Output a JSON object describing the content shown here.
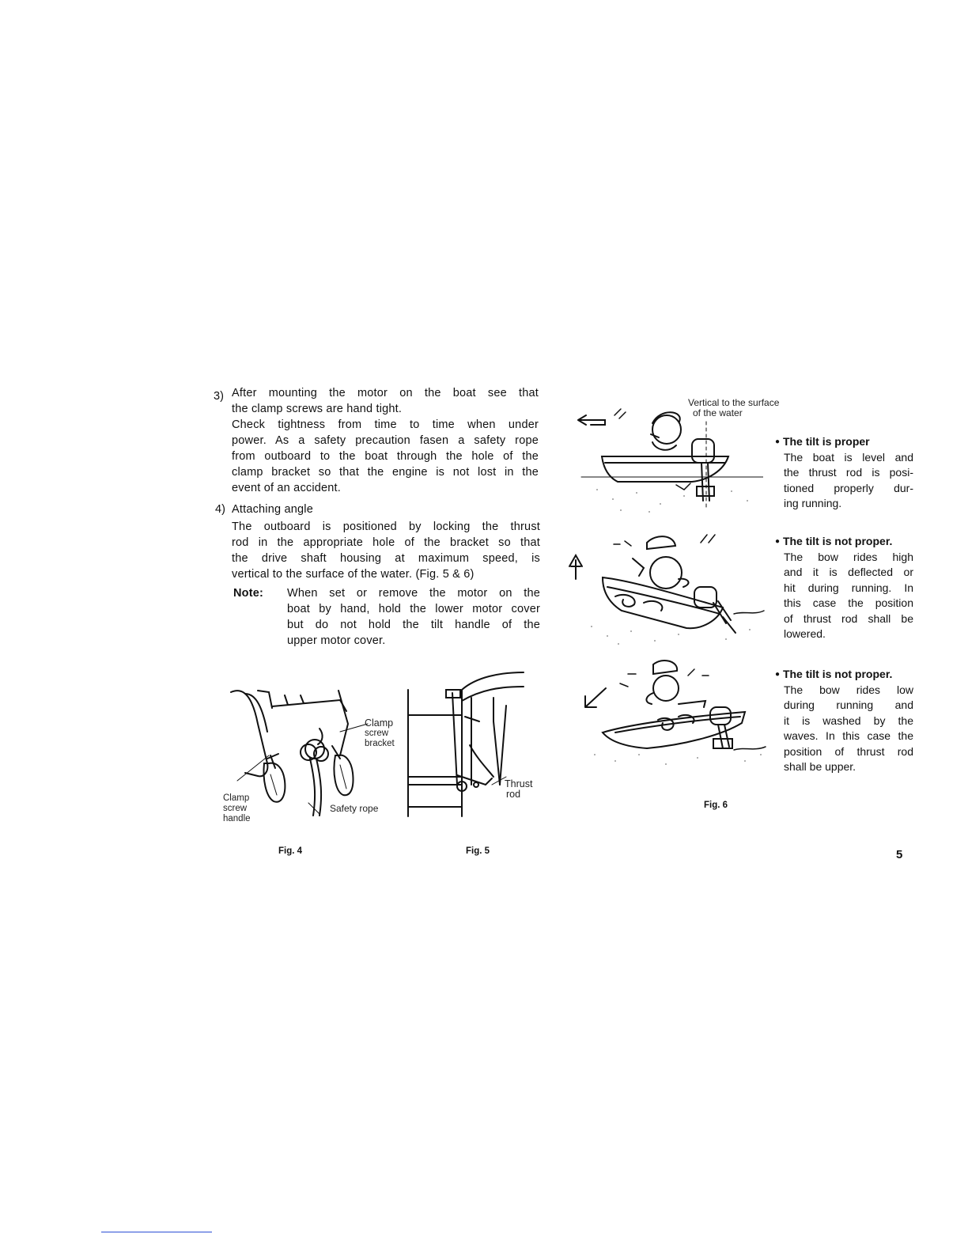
{
  "section3": {
    "number": "3)",
    "lines": [
      "After mounting the motor on the boat see that",
      "the clamp screws are hand tight.",
      "Check tightness from time to time when under",
      "power. As a safety precaution fasen a safety rope",
      "from outboard to the boat through the hole of the",
      "clamp bracket so that the engine is not lost in the",
      "event of an accident."
    ]
  },
  "section4": {
    "number": "4)",
    "heading": "Attaching angle",
    "lines": [
      "The outboard is positioned by locking the thrust",
      "rod in the appropriate hole of the bracket so that",
      "the drive shaft housing at maximum speed, is",
      "vertical to the surface of the water. (Fig. 5 & 6)"
    ]
  },
  "note": {
    "label": "Note:",
    "lines": [
      "When set or remove the motor on the",
      "boat by hand, hold the lower motor cover",
      "but do not hold the tilt handle of the",
      "upper motor cover."
    ]
  },
  "fig4": {
    "caption": "Fig. 4",
    "label_clamp_screw_bracket": [
      "Clamp",
      "screw",
      "bracket"
    ],
    "label_clamp_screw_handle": [
      "Clamp",
      "screw",
      "handle"
    ],
    "label_safety_rope": "Safety rope"
  },
  "fig5": {
    "caption": "Fig. 5",
    "label_thrust_rod": [
      "Thrust",
      "rod"
    ]
  },
  "fig6": {
    "caption": "Fig. 6",
    "label_vertical": [
      "Vertical to the surface",
      "of the water"
    ],
    "item1": {
      "bullet": "●",
      "title": "The tilt is proper",
      "lines": [
        "The boat is level and",
        "the thrust rod is posi-",
        "tioned properly dur-",
        "ing running."
      ]
    },
    "item2": {
      "bullet": "●",
      "title": "The tilt is not proper.",
      "lines": [
        "The bow rides high",
        "and it is deflected or",
        "hit during running. In",
        "this case the position",
        "of thrust rod shall be",
        "lowered."
      ]
    },
    "item3": {
      "bullet": "●",
      "title": "The tilt is not proper.",
      "lines": [
        "The bow rides low",
        "during running and",
        "it is washed by the",
        "waves. In this case the",
        "position of thrust rod",
        "shall be upper."
      ]
    }
  },
  "page_number": "5"
}
